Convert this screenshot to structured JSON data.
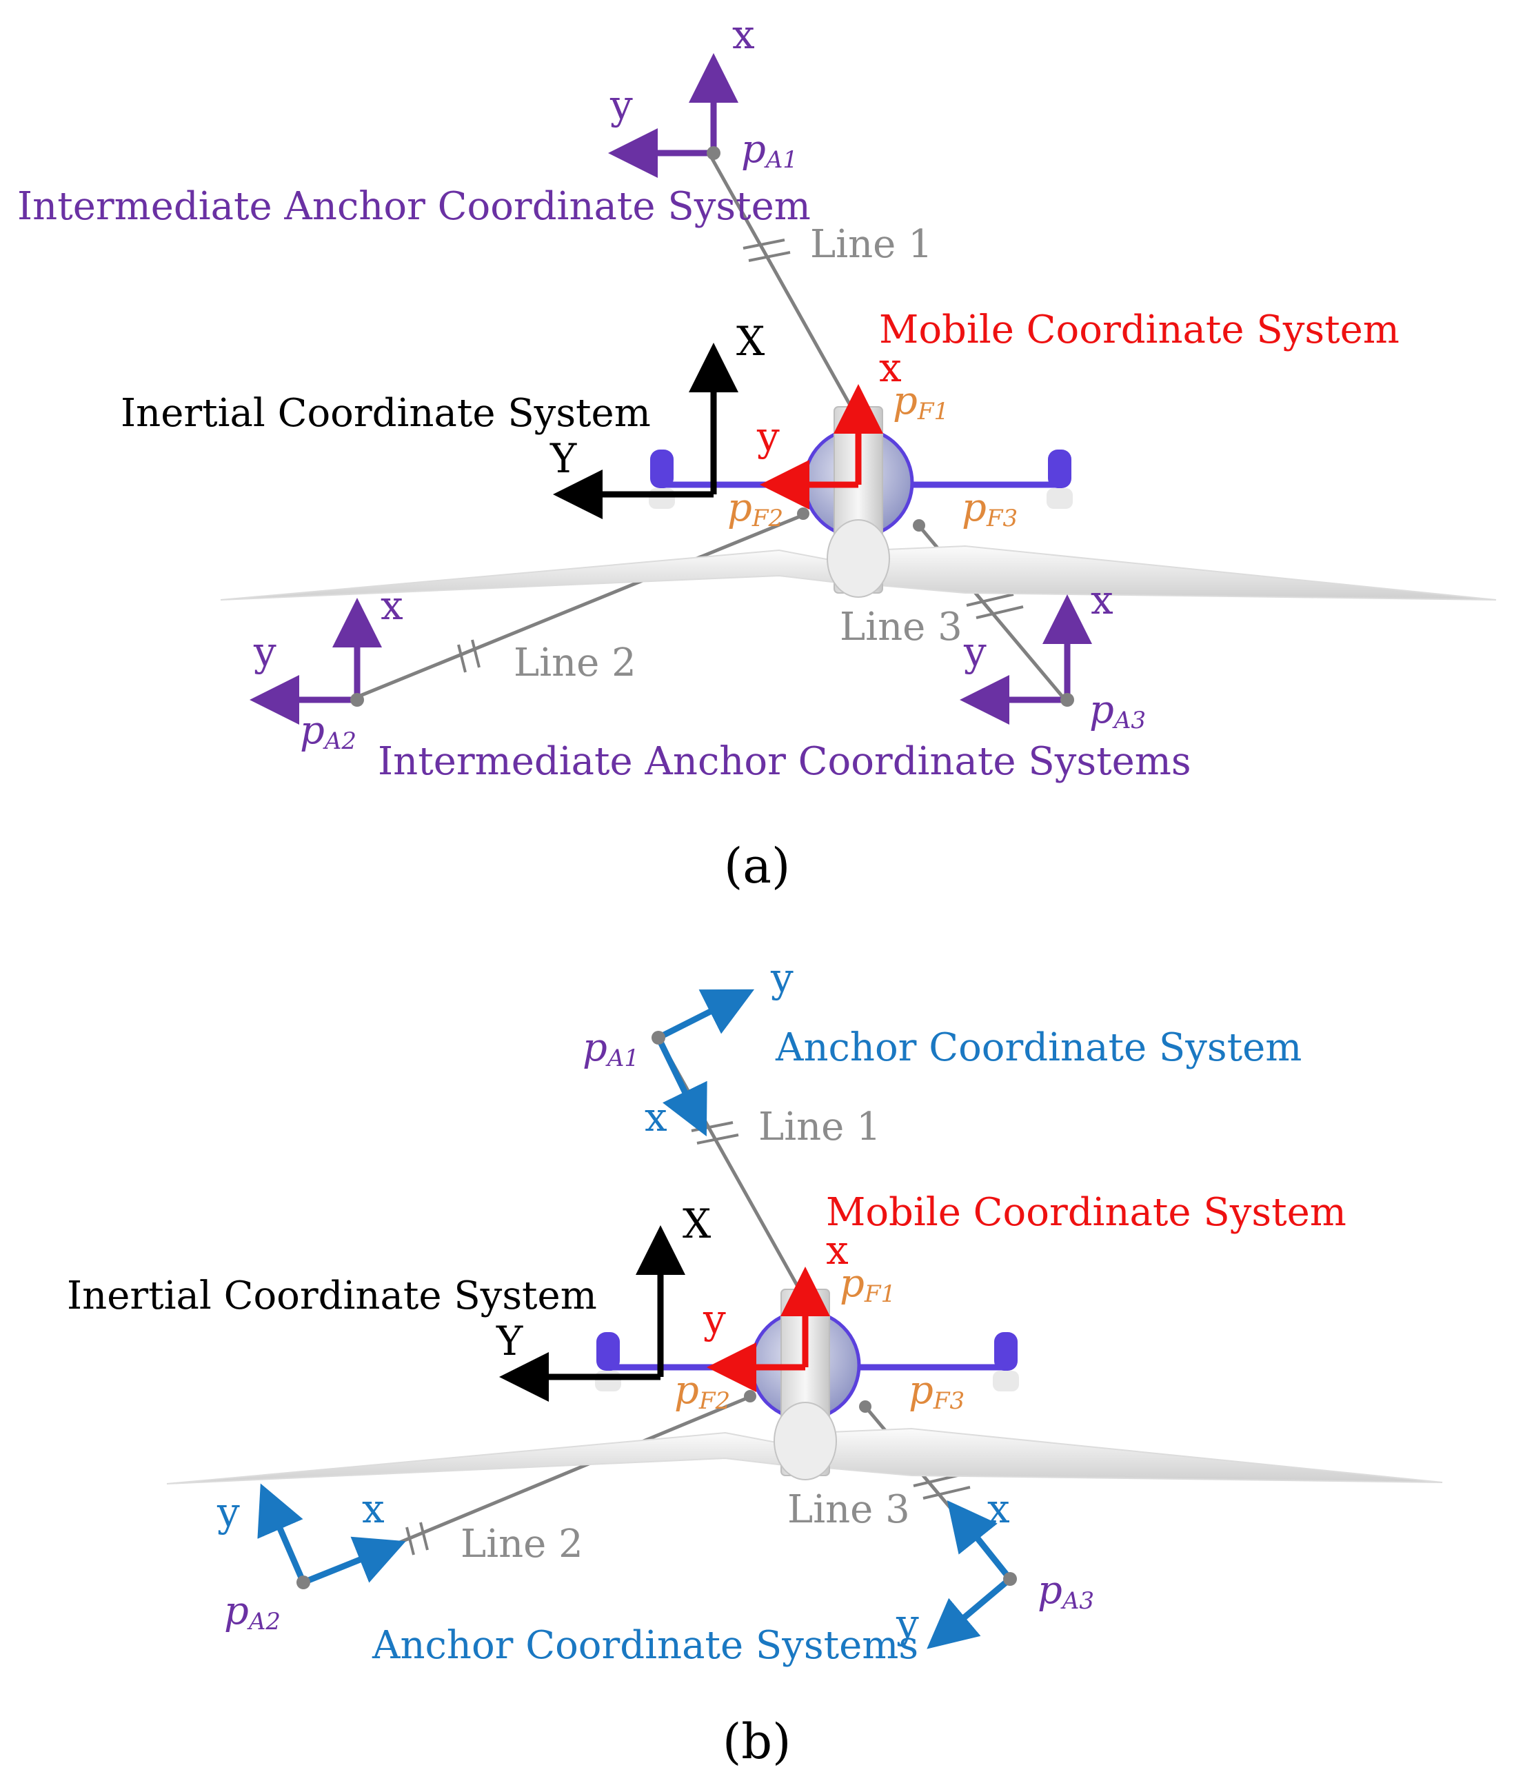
{
  "panel_a": {
    "caption": "(a)",
    "inertial_title": "Inertial Coordinate System",
    "inertial_x": "X",
    "inertial_y": "Y",
    "mobile_title": "Mobile Coordinate System",
    "mobile_x": "x",
    "mobile_y": "y",
    "frame_top_title": "Intermediate Anchor Coordinate System",
    "frame_bottom_title": "Intermediate Anchor Coordinate Systems",
    "line1": "Line 1",
    "line2": "Line 2",
    "line3": "Line 3",
    "a1": {
      "x": "x",
      "y": "y",
      "p": "p",
      "sub": "A1"
    },
    "a2": {
      "x": "x",
      "y": "y",
      "p": "p",
      "sub": "A2"
    },
    "a3": {
      "x": "x",
      "y": "y",
      "p": "p",
      "sub": "A3"
    },
    "f1": {
      "p": "p",
      "sub": "F1"
    },
    "f2": {
      "p": "p",
      "sub": "F2"
    },
    "f3": {
      "p": "p",
      "sub": "F3"
    }
  },
  "panel_b": {
    "caption": "(b)",
    "inertial_title": "Inertial Coordinate System",
    "inertial_x": "X",
    "inertial_y": "Y",
    "mobile_title": "Mobile Coordinate System",
    "mobile_x": "x",
    "mobile_y": "y",
    "frame_top_title": "Anchor Coordinate System",
    "frame_bottom_title": "Anchor Coordinate Systems",
    "line1": "Line 1",
    "line2": "Line 2",
    "line3": "Line 3",
    "a1": {
      "x": "x",
      "y": "y",
      "p": "p",
      "sub": "A1"
    },
    "a2": {
      "x": "x",
      "y": "y",
      "p": "p",
      "sub": "A2"
    },
    "a3": {
      "x": "x",
      "y": "y",
      "p": "p",
      "sub": "A3"
    },
    "f1": {
      "p": "p",
      "sub": "F1"
    },
    "f2": {
      "p": "p",
      "sub": "F2"
    },
    "f3": {
      "p": "p",
      "sub": "F3"
    }
  },
  "colors": {
    "intermediate": "#6a31a3",
    "anchor": "#1a78c2",
    "mobile": "#ee1111",
    "fairlead": "#e0893c",
    "inertial": "#000000",
    "line_text": "#8c8c8c",
    "mooring": "#808080",
    "platform_bar": "#5a40dd"
  }
}
